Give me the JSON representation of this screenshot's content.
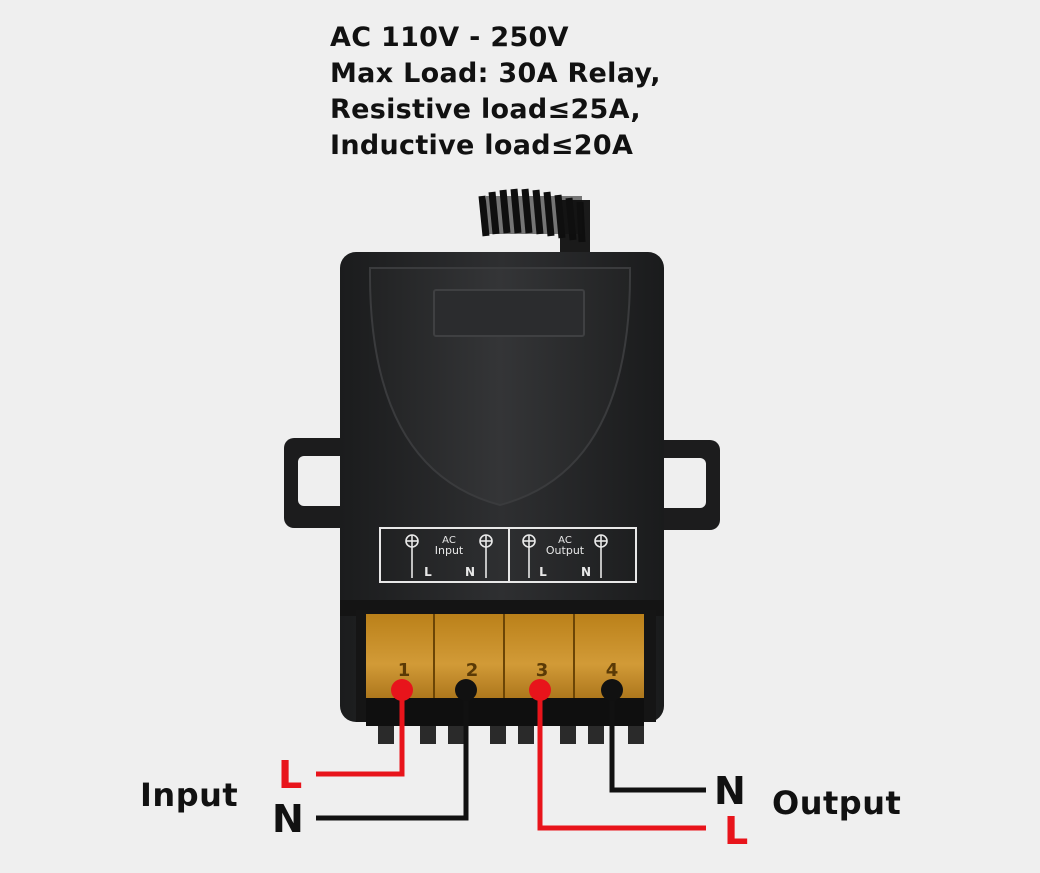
{
  "specs": {
    "line1": "AC 110V - 250V",
    "line2": "Max Load: 30A Relay,",
    "line3": "Resistive load≤25A,",
    "line4": "Inductive load≤20A"
  },
  "panel": {
    "input_top": "AC",
    "input_bottom": "Input",
    "output_top": "AC",
    "output_bottom": "Output",
    "l1": "L",
    "n1": "N",
    "l2": "L",
    "n2": "N"
  },
  "terminals": [
    "1",
    "2",
    "3",
    "4"
  ],
  "wiring": {
    "input_label": "Input",
    "output_label": "Output",
    "input_l": "L",
    "input_n": "N",
    "output_n": "N",
    "output_l": "L"
  },
  "colors": {
    "live": "#e8141b",
    "neutral": "#111111",
    "housing": "#252627",
    "terminal": "#d89a1f"
  }
}
